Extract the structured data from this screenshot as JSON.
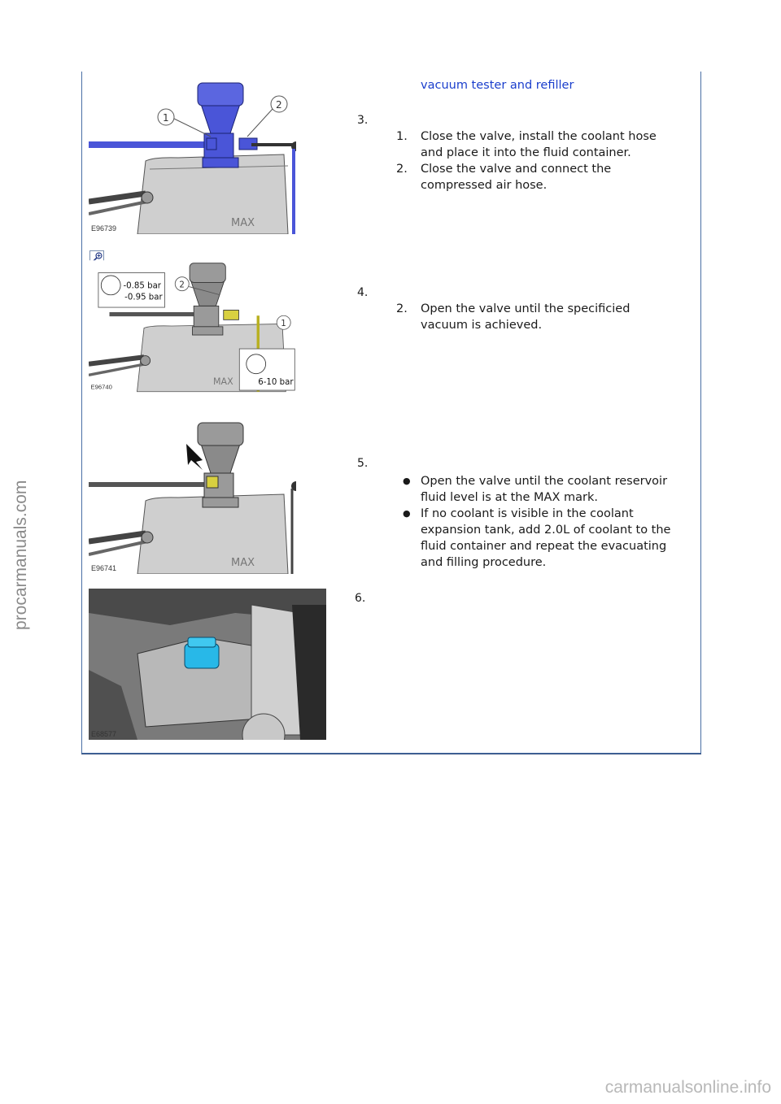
{
  "document": {
    "header_link": "vacuum tester and refiller",
    "steps": [
      {
        "number": "3.",
        "figure_id": "E96739",
        "callouts": [
          "1",
          "2"
        ],
        "items": [
          {
            "marker": "1.",
            "text": "Close the valve, install the coolant hose and place it into the fluid container."
          },
          {
            "marker": "2.",
            "text": "Close the valve and connect the compressed air hose."
          }
        ]
      },
      {
        "number": "4.",
        "figure_id": "E96740",
        "callouts": [
          "2",
          "1"
        ],
        "gauge_vacuum": [
          "-0.85 bar",
          "-0.95 bar"
        ],
        "gauge_pressure": "6-10 bar",
        "items": [
          {
            "marker": "2.",
            "text": "Open the valve until the specificied vacuum is achieved."
          }
        ]
      },
      {
        "number": "5.",
        "figure_id": "E96741",
        "items": [
          {
            "marker": "●",
            "text": "Open the valve until the coolant reservoir fluid level is at the MAX mark."
          },
          {
            "marker": "●",
            "text": "If no coolant is visible in the coolant expansion tank, add 2.0L of coolant to the fluid container and repeat the evacuating and filling procedure."
          }
        ]
      },
      {
        "number": "6.",
        "figure_id": "E68577"
      }
    ]
  },
  "tank_label": "MAX",
  "watermarks": {
    "left": "procarmanuals.com",
    "bottom": "carmanualsonline.info"
  },
  "colors": {
    "link": "#1a3ecc",
    "frame": "#4a6fa5",
    "tool_blue": "#4a55d8",
    "cap_cyan": "#28b8e8"
  }
}
